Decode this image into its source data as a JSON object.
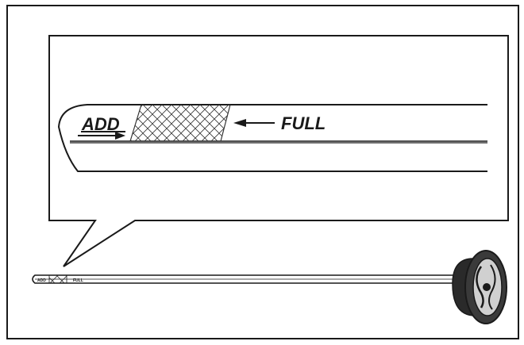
{
  "figure": {
    "header_fragment": "",
    "labels": {
      "add": "ADD",
      "full": "FULL"
    },
    "small_labels": {
      "add": "ADD",
      "full": "FULL"
    },
    "icons": [
      "right-arrow-icon",
      "left-arrow-icon",
      "crosshatch-pattern",
      "dipstick-handle-icon"
    ],
    "colors": {
      "line": "#1a1a1a",
      "background": "#ffffff"
    }
  }
}
